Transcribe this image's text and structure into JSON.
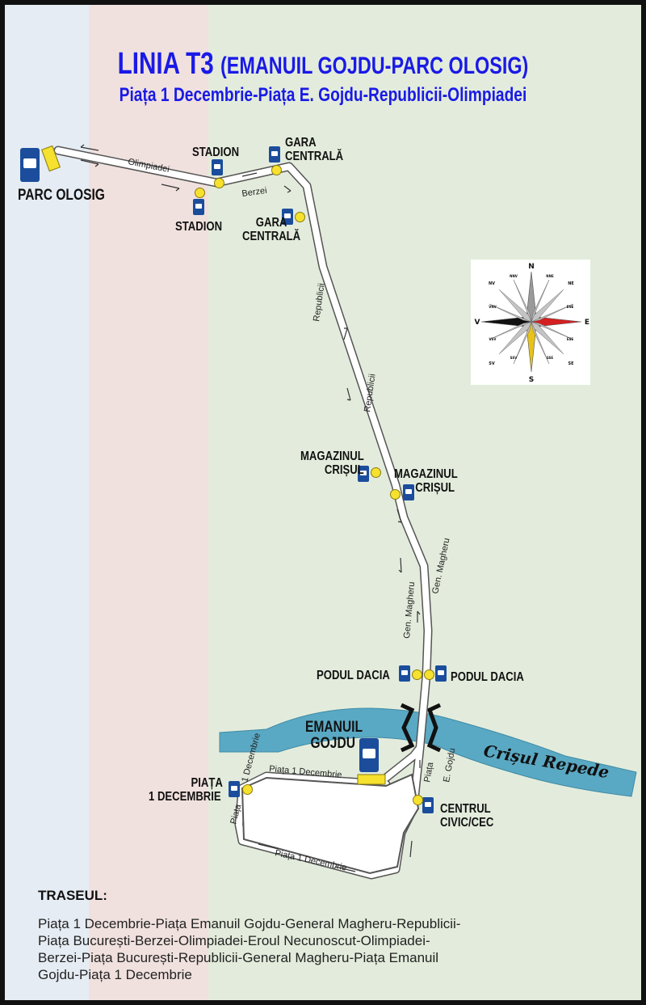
{
  "title": {
    "line_name": "LINIA T3",
    "route_name": "(EMANUIL GOJDU-PARC OLOSIG)"
  },
  "subtitle": "Piața 1 Decembrie-Piața E. Gojdu-Republicii-Olimpiadei",
  "colors": {
    "title": "#1a1ae6",
    "route": "#ffffff",
    "stop_marker": "#f5e12e",
    "bus_sign": "#1b4d9c",
    "river": "#5aa9c4"
  },
  "stops": {
    "parc_olosig": "PARC OLOSIG",
    "stadion_top": "STADION",
    "stadion_bottom": "STADION",
    "gara_top": {
      "line1": "GARA",
      "line2": "CENTRALĂ"
    },
    "gara_bottom": {
      "line1": "GARA",
      "line2": "CENTRALĂ"
    },
    "magazinul_left": {
      "line1": "MAGAZINUL",
      "line2": "CRIȘUL"
    },
    "magazinul_right": {
      "line1": "MAGAZINUL",
      "line2": "CRIȘUL"
    },
    "podul_left": "PODUL DACIA",
    "podul_right": "PODUL DACIA",
    "emanuil_gojdu": {
      "line1": "EMANUIL",
      "line2": "GOJDU"
    },
    "piata_1_dec": {
      "line1": "PIAȚA",
      "line2": "1 DECEMBRIE"
    },
    "centrul_civic": {
      "line1": "CENTRUL",
      "line2": "CIVIC/CEC"
    }
  },
  "streets": {
    "olimpiadei": "Olimpiadei",
    "berzei": "Berzei",
    "republicii_1": "Republicii",
    "republicii_2": "Republicii",
    "magheru_1": "Gen. Magheru",
    "magheru_2": "Gen. Magheru",
    "p1dec_left": "Piața",
    "p1dec_left2": "1 Decembrie",
    "p1dec_top": "Piața 1 Decembrie",
    "p1dec_bottom": "Piața 1 Decembrie",
    "gojdu_1": "Piața",
    "gojdu_2": "E. Gojdu"
  },
  "river": "Crișul Repede",
  "compass": {
    "n": "N",
    "s": "S",
    "e": "E",
    "v": "V",
    "nv": "NV",
    "ne": "NE",
    "sv": "SV",
    "se": "SE",
    "nnv": "NNV",
    "nne": "NNE",
    "vnv": "VNV",
    "ene": "ENE",
    "vsv": "VSV",
    "ese": "ESE",
    "ssv": "SSV",
    "sse": "SSE"
  },
  "traseul": {
    "title": "TRASEUL:",
    "lines": [
      "Piața 1 Decembrie-Piața Emanuil Gojdu-General Magheru-Republicii-",
      "Piața București-Berzei-Olimpiadei-Eroul Necunoscut-Olimpiadei-",
      "Berzei-Piața București-Republicii-General Magheru-Piața Emanuil",
      "Gojdu-Piața 1 Decembrie"
    ]
  }
}
